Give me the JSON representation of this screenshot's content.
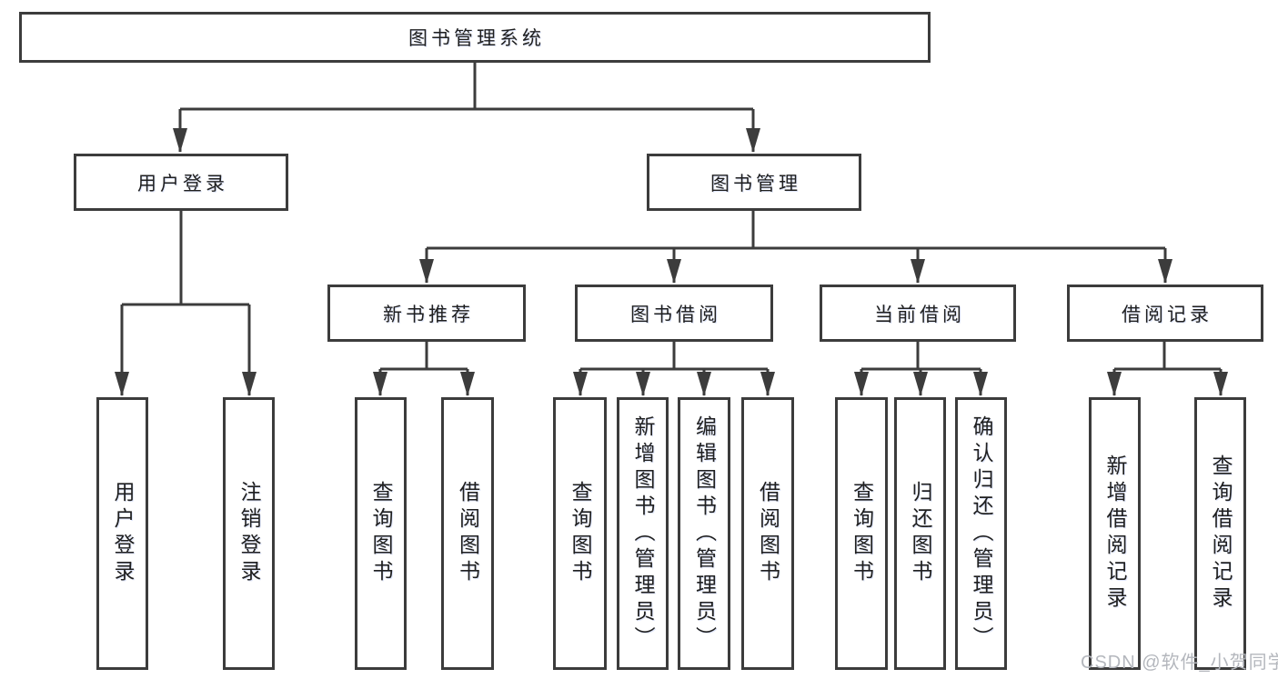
{
  "tree": {
    "root": "图书管理系统",
    "branches": [
      {
        "label": "用户登录",
        "leaves": [
          "用户登录",
          "注销登录"
        ]
      },
      {
        "label": "图书管理",
        "groups": [
          {
            "label": "新书推荐",
            "leaves": [
              "查询图书",
              "借阅图书"
            ]
          },
          {
            "label": "图书借阅",
            "leaves": [
              "查询图书",
              "新增图书（管理员）",
              "编辑图书（管理员）",
              "借阅图书"
            ]
          },
          {
            "label": "当前借阅",
            "leaves": [
              "查询图书",
              "归还图书",
              "确认归还（管理员）"
            ]
          },
          {
            "label": "借阅记录",
            "leaves": [
              "新增借阅记录",
              "查询借阅记录"
            ]
          }
        ]
      }
    ]
  },
  "watermark": {
    "text": "CSDN @软件_小贺同学"
  },
  "colors": {
    "line": "#3c3c3c",
    "text": "#1f1f1f",
    "background": "#ffffff",
    "watermark_text": "#b4b7bd"
  }
}
